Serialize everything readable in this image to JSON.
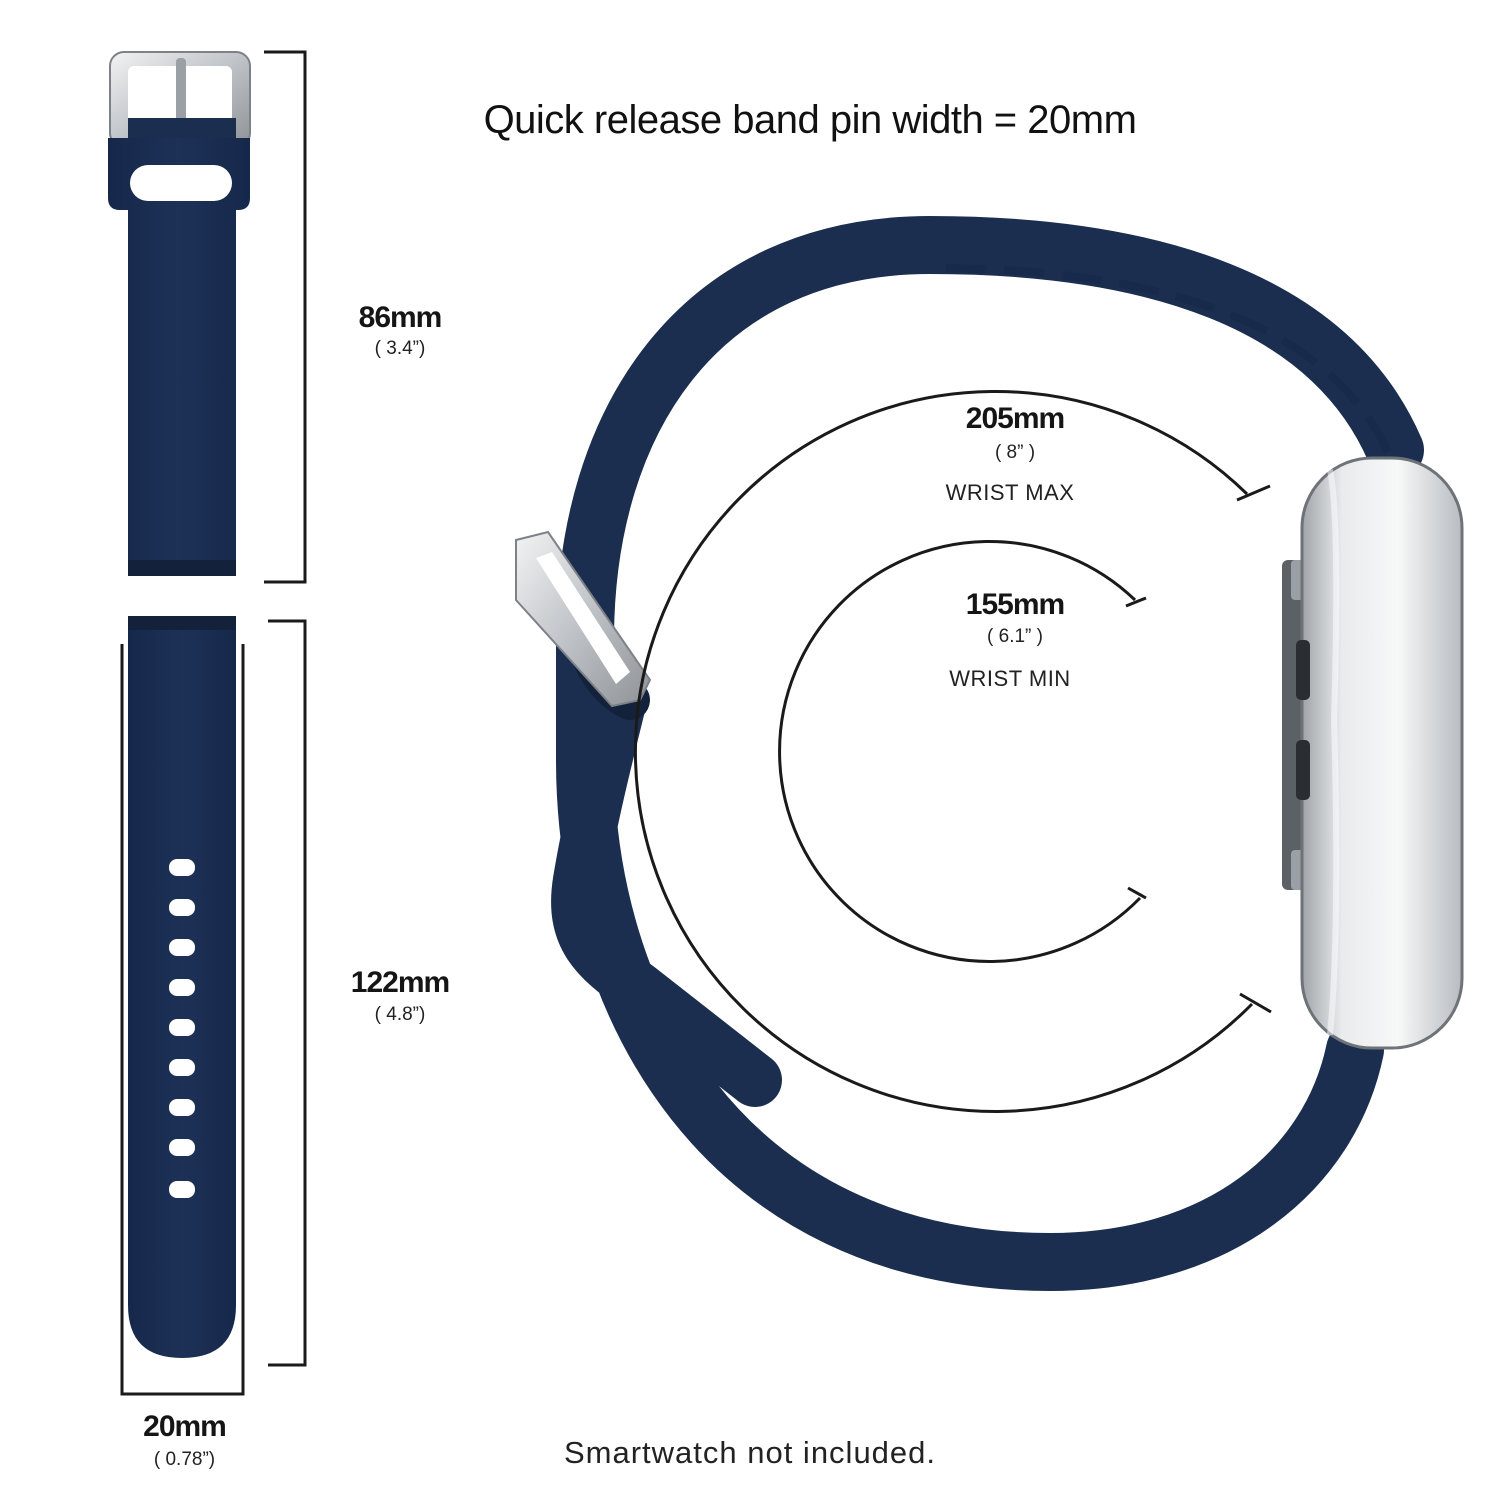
{
  "headline": "Quick release band pin width = 20mm",
  "footer": "Smartwatch not included.",
  "colors": {
    "band": "#1b2e50",
    "band_dark": "#14213a",
    "metal": "#c9ccd0",
    "line": "#1a1a1a"
  },
  "icons": {
    "buckle": "buckle-icon",
    "watch": "watch-case-icon"
  },
  "measurements": {
    "upper_strap": {
      "mm": "86mm",
      "inch": "( 3.4”)"
    },
    "lower_strap": {
      "mm": "122mm",
      "inch": "( 4.8”)"
    },
    "width": {
      "mm": "20mm",
      "inch": "( 0.78”)"
    },
    "wrist_max": {
      "mm": "205mm",
      "inch": "( 8” )",
      "label": "WRIST MAX"
    },
    "wrist_min": {
      "mm": "155mm",
      "inch": "( 6.1” )",
      "label": "WRIST MIN"
    }
  }
}
